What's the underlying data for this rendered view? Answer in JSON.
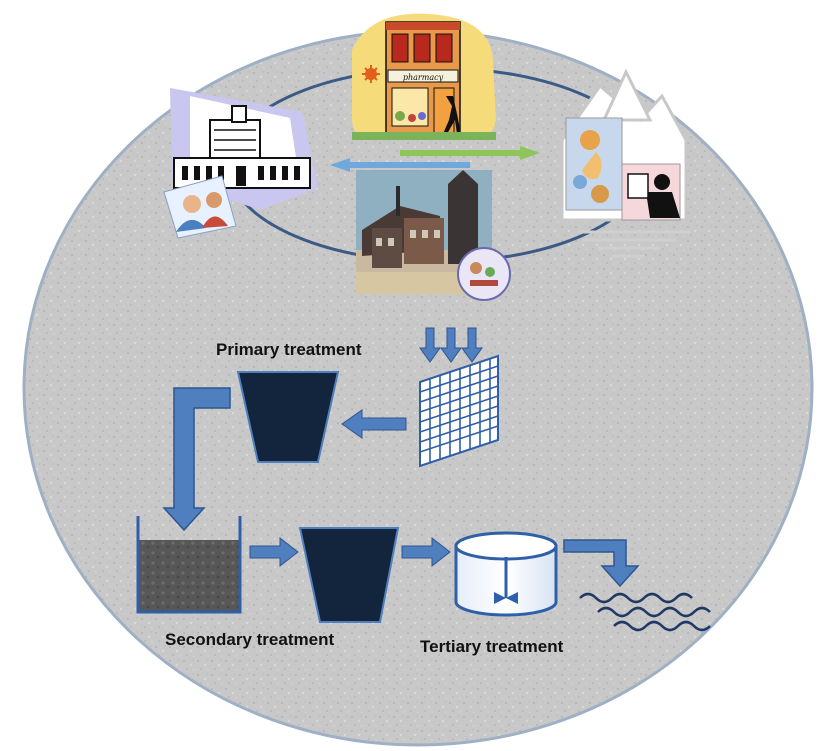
{
  "labels": {
    "primary": "Primary treatment",
    "secondary": "Secondary treatment",
    "tertiary": "Tertiary treatment"
  },
  "sources": {
    "pharmacy_sign": "pharmacy",
    "icons": [
      "hospital-icon",
      "pharmacy-icon",
      "household-icon",
      "factory-icon"
    ]
  },
  "colors": {
    "background_circle": "#c9c9c9",
    "tank_fill": "#13243d",
    "arrow_blue": "#4f7fbe",
    "arrow_border": "#3d6aa6",
    "cycle_line": "#3b5a86",
    "sludge": "#565656",
    "water_wave": "#1f3864"
  }
}
